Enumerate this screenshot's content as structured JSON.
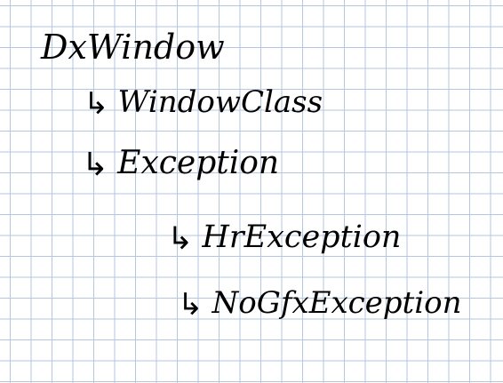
{
  "diagram": {
    "nodes": [
      {
        "id": "root",
        "label": "DxWindow",
        "level": 0,
        "parent": null
      },
      {
        "id": "wc",
        "label": "WindowClass",
        "level": 1,
        "parent": "root"
      },
      {
        "id": "exc",
        "label": "Exception",
        "level": 1,
        "parent": "root"
      },
      {
        "id": "hr",
        "label": "HrException",
        "level": 2,
        "parent": "exc"
      },
      {
        "id": "nogfx",
        "label": "NoGfxException",
        "level": 2,
        "parent": "exc"
      }
    ],
    "connector_glyph": "↳",
    "ink_color": "#000000",
    "grid_color": "#b4c6e0"
  }
}
